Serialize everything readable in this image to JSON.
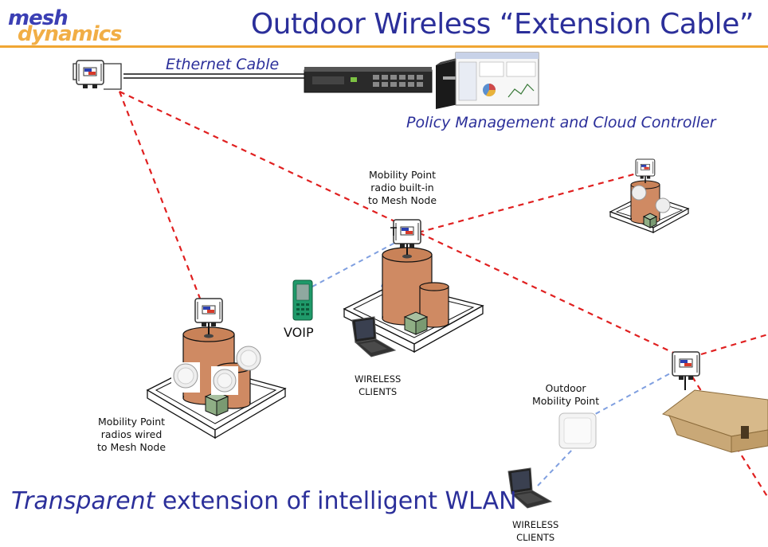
{
  "logo": {
    "line1": "mesh",
    "line2": "dynamics"
  },
  "title": "Outdoor Wireless “Extension Cable”",
  "labels": {
    "ethernet": "Ethernet Cable",
    "policy": "Policy Management and Cloud Controller",
    "mobility_builtin": "Mobility Point\nradio built-in\nto Mesh Node",
    "mobility_wired": "Mobility Point\nradios wired\nto Mesh Node",
    "outdoor_mobility": "Outdoor\nMobility Point",
    "wireless_clients_1": "WIRELESS\nCLIENTS",
    "wireless_clients_2": "WIRELESS\nCLIENTS",
    "voip": "VOIP"
  },
  "footer": {
    "emphasis": "Transparent",
    "rest": " extension of intelligent WLAN"
  },
  "colors": {
    "title": "#2b2f9a",
    "accent": "#f0a633",
    "mesh_link": "#e02020",
    "client_link": "#7f9fe0",
    "tank": "#cf8a63"
  }
}
